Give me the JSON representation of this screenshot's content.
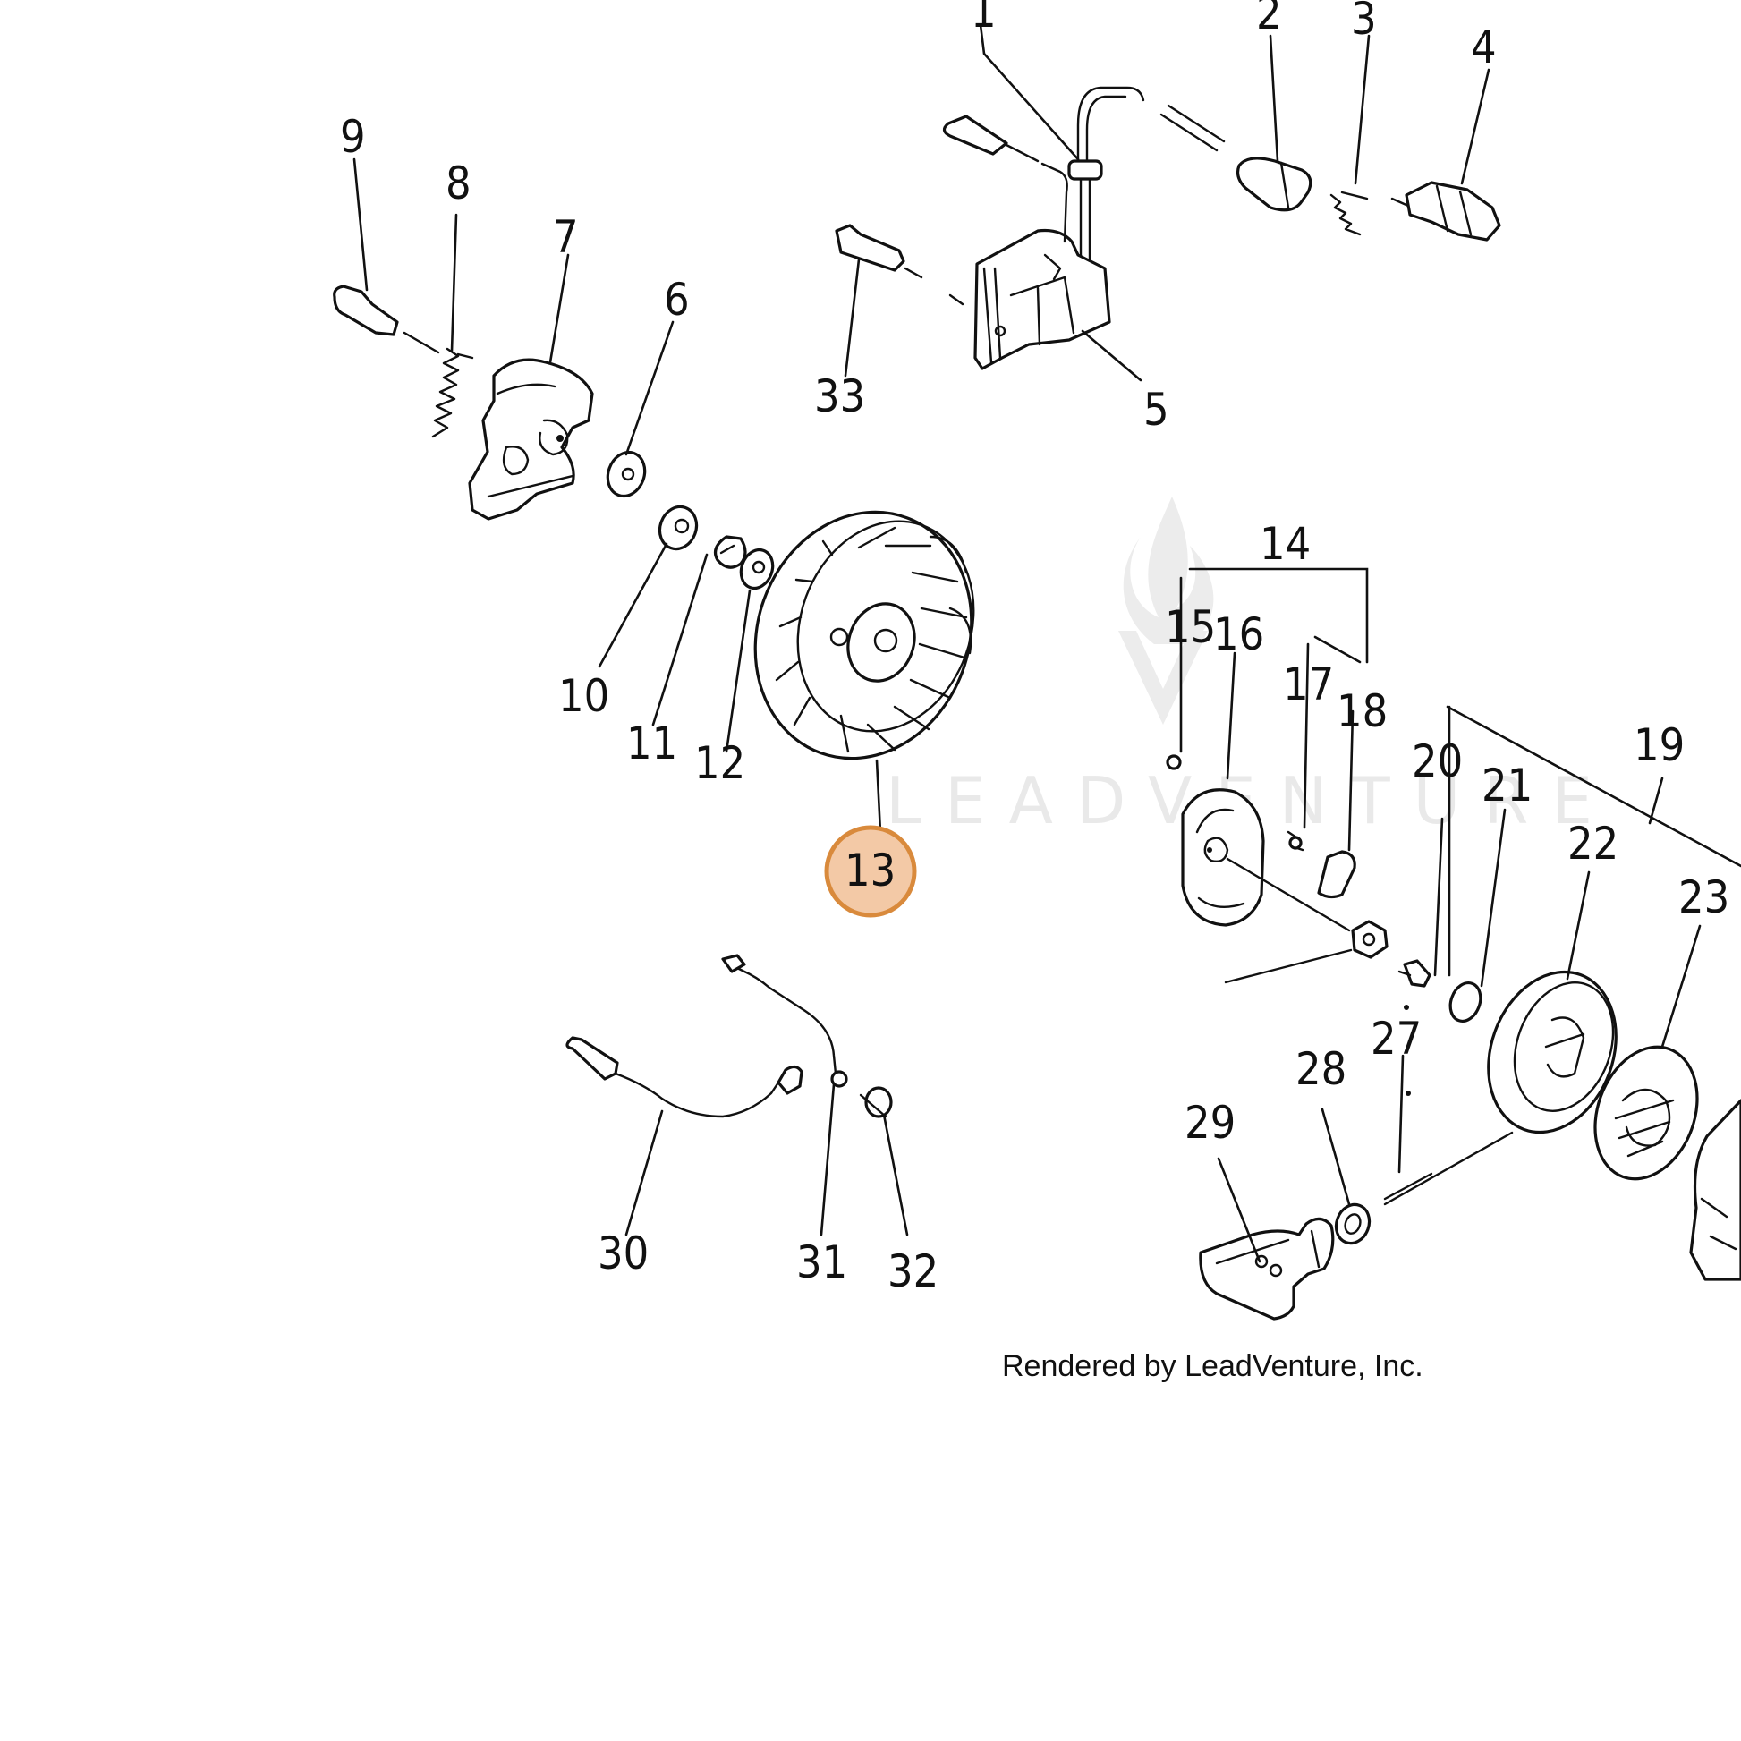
{
  "diagram": {
    "watermark_text": "LEADVENTURE",
    "credit_text": "Rendered by LeadVenture, Inc.",
    "highlighted_callout": "13",
    "highlight_color": "#d98a3c",
    "highlight_fill": "#f3c9a6",
    "callouts": {
      "c1": "1",
      "c2": "2",
      "c3": "3",
      "c4": "4",
      "c5": "5",
      "c6": "6",
      "c7": "7",
      "c8": "8",
      "c9": "9",
      "c10": "10",
      "c11": "11",
      "c12": "12",
      "c13": "13",
      "c14": "14",
      "c15": "15",
      "c16": "16",
      "c17": "17",
      "c18": "18",
      "c19": "19",
      "c20": "20",
      "c21": "21",
      "c22": "22",
      "c23": "23",
      "c27": "27",
      "c28": "28",
      "c29": "29",
      "c30": "30",
      "c31": "31",
      "c32": "32",
      "c33": "33"
    }
  }
}
